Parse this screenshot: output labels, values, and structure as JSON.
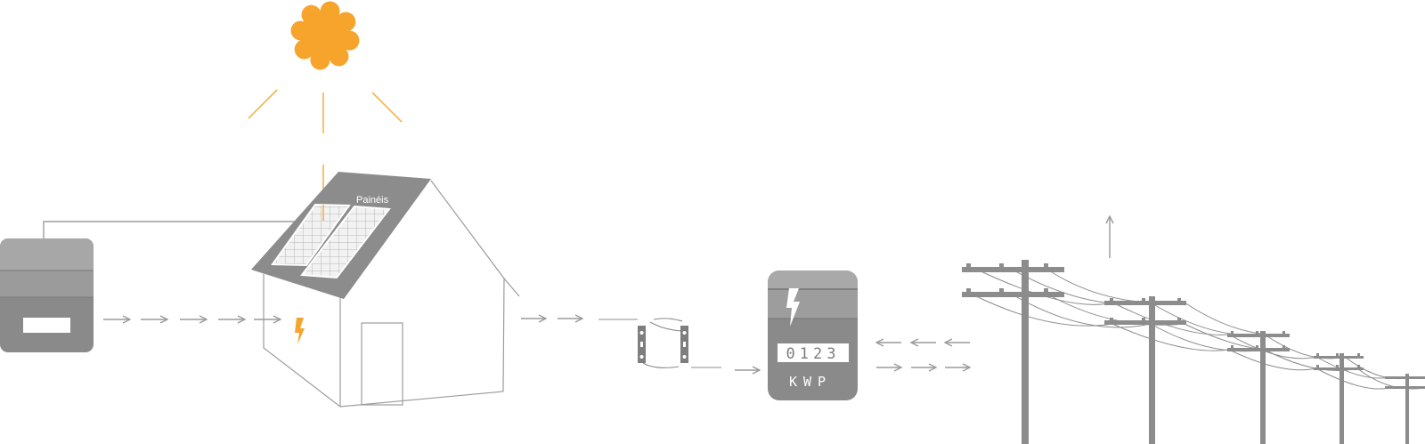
{
  "labels": {
    "panels": "Painéis"
  },
  "meter": {
    "digits": "0123",
    "units": "KWP"
  },
  "colors": {
    "sun": "#f6a42b",
    "ray": "#f6b24a",
    "device_gray": "#8a8a8a",
    "device_light": "#a7a7a7",
    "line": "#9a9a9a",
    "outline": "#999999"
  },
  "icons": {
    "sun": "sun-icon",
    "bolt": "lightning-bolt-icon",
    "inverter": "inverter-icon",
    "house": "house-icon",
    "meter": "electric-meter-icon",
    "grid": "power-pole-icon"
  }
}
